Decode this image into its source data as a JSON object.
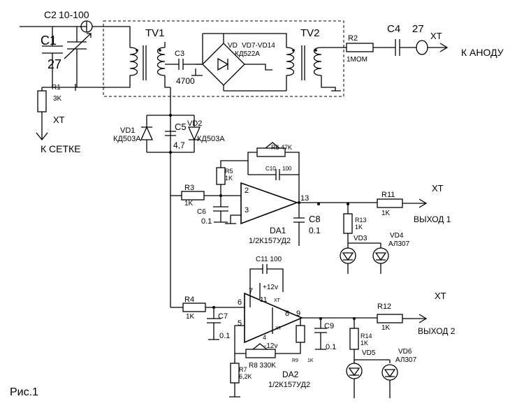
{
  "figure": {
    "caption": "Рис.1"
  },
  "labels": {
    "c2": "C2",
    "c2_val": "10-100",
    "c1": "C1",
    "c1_val": "27",
    "r1": "R1",
    "r1_val": "3K",
    "xt_grid": "XT",
    "to_grid": "К  СЕТКЕ",
    "tv1": "TV1",
    "c3": "C3",
    "c3_val": "4700",
    "vd": "VD",
    "vd_range": "VD7-VD14",
    "vd_type": "КД522А",
    "tv2": "TV2",
    "r2": "R2",
    "r2_val": "1МОМ",
    "c4": "C4",
    "c4_val": "27",
    "xt_anode": "XT",
    "to_anode": "К  АНОДУ",
    "vd1": "VD1",
    "vd1_type": "КД503А",
    "c5": "C5",
    "c5_val": "4,7",
    "vd2": "VD2",
    "vd2_type": "КД503А",
    "r6": "R6 47K",
    "r5": "R5",
    "r5_val": "1K",
    "c10": "C10",
    "c10_val": "100",
    "r3": "R3",
    "r3_val": "1K",
    "c6": "C6",
    "c6_val": "0.1",
    "pin2": "2",
    "pin3": "3",
    "pin13": "13",
    "c8": "C8",
    "c8_val": "0.1",
    "da1": "DA1",
    "da1_type": "1/2К157УД2",
    "r11": "R11",
    "r11_val": "1K",
    "xt_out1": "XT",
    "out1": "ВЫХОД 1",
    "r13": "R13",
    "r13_val": "1K",
    "vd3": "VD3",
    "vd4": "VD4",
    "vd4_type": "АЛ307",
    "c11": "C11 100",
    "plus12": "+12v",
    "pin7": "7",
    "pin11": "11",
    "pin6": "6",
    "pin5": "5",
    "pin8": "8",
    "pin9": "9",
    "pin4": "4",
    "xt_small1": "XT",
    "xt_small2": "XT",
    "r4": "R4",
    "r4_val": "1K",
    "c7": "C7",
    "c7_val": "0.1",
    "minus12": "-12v",
    "c9": "C9",
    "c9_val": "0.1",
    "r12": "R12",
    "r12_val": "1K",
    "xt_out2": "XT",
    "out2": "ВЫХОД 2",
    "r14": "R14",
    "r14_val": "1K",
    "vd5": "VD5",
    "vd6": "VD6",
    "vd6_type": "АЛ307",
    "r8": "R8 330K",
    "r9": "R9",
    "r9_val": "1K",
    "r7": "R7",
    "r7_val": "6,2K",
    "da2": "DA2",
    "da2_type": "1/2К157УД2"
  }
}
